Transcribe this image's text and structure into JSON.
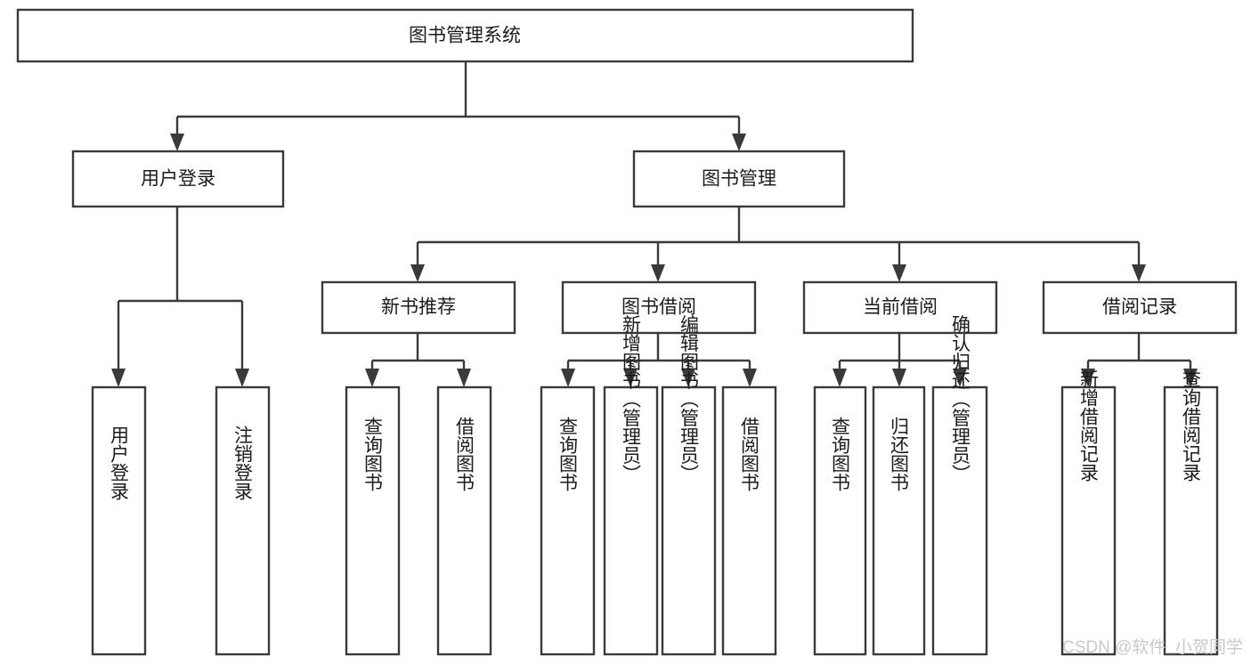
{
  "diagram": {
    "title": "图书管理系统",
    "type": "hierarchy-tree",
    "orientation": "top-down",
    "root": {
      "label": "图书管理系统"
    },
    "level2": [
      {
        "label": "用户登录"
      },
      {
        "label": "图书管理"
      }
    ],
    "level3": [
      {
        "label": "新书推荐"
      },
      {
        "label": "图书借阅"
      },
      {
        "label": "当前借阅"
      },
      {
        "label": "借阅记录"
      }
    ],
    "leaves": {
      "user_login": [
        {
          "label": "用户登录"
        },
        {
          "label": "注销登录"
        }
      ],
      "new_book_recommend": [
        {
          "label": "查询图书"
        },
        {
          "label": "借阅图书"
        }
      ],
      "book_borrow": [
        {
          "label": "查询图书"
        },
        {
          "label": "新增图书（管理员）"
        },
        {
          "label": "编辑图书（管理员）"
        },
        {
          "label": "借阅图书"
        }
      ],
      "current_borrow": [
        {
          "label": "查询图书"
        },
        {
          "label": "归还图书"
        },
        {
          "label": "确认归还（管理员）"
        }
      ],
      "borrow_record": [
        {
          "label": "新增借阅记录"
        },
        {
          "label": "查询借阅记录"
        }
      ]
    }
  },
  "watermark": {
    "text": "CSDN @软件_小贺同学"
  },
  "colors": {
    "stroke": "#3a3a3a",
    "box_fill": "#ffffff",
    "text": "#1b1b1b",
    "watermark": "#c9c9c9",
    "background": "#ffffff"
  }
}
